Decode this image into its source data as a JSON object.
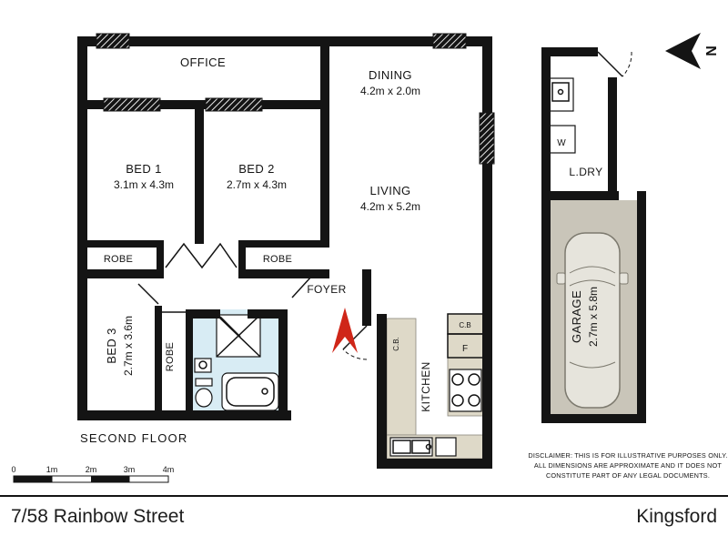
{
  "footer": {
    "address": "7/58 Rainbow Street",
    "suburb": "Kingsford"
  },
  "plan": {
    "floor_label": "SECOND FLOOR",
    "north_label": "N",
    "rooms": {
      "office": {
        "name": "OFFICE"
      },
      "dining": {
        "name": "DINING",
        "dims": "4.2m x 2.0m"
      },
      "living": {
        "name": "LIVING",
        "dims": "4.2m x 5.2m"
      },
      "bed1": {
        "name": "BED 1",
        "dims": "3.1m x 4.3m"
      },
      "bed2": {
        "name": "BED 2",
        "dims": "2.7m x 4.3m"
      },
      "bed3": {
        "name": "BED 3",
        "dims": "2.7m x 3.6m"
      },
      "robe_bed1": {
        "name": "ROBE"
      },
      "robe_bed2": {
        "name": "ROBE"
      },
      "robe_bed3": {
        "name": "ROBE"
      },
      "foyer": {
        "name": "FOYER"
      },
      "kitchen": {
        "name": "KITCHEN"
      },
      "laundry": {
        "name": "L.DRY"
      },
      "garage": {
        "name": "GARAGE",
        "dims": "2.7m x 5.8m"
      }
    },
    "fixtures": {
      "washer": "W",
      "fridge": "F",
      "cupboard_left": "C.B.",
      "cupboard_right": "C.B"
    },
    "scale_bar": {
      "labels": [
        "0",
        "1m",
        "2m",
        "3m",
        "4m"
      ]
    },
    "disclaimer": [
      "DISCLAIMER: THIS IS FOR ILLUSTRATIVE PURPOSES ONLY.",
      "ALL DIMENSIONS ARE APPROXIMATE AND IT DOES NOT",
      "CONSTITUTE PART OF ANY LEGAL DOCUMENTS."
    ]
  },
  "colors": {
    "wall": "#141414",
    "bathroom_fill": "#d8ecf4",
    "bench_fill": "#ded9c8",
    "garage_fill": "#c9c5b9",
    "car_fill": "#e6e4dc",
    "entry_arrow": "#cf2618"
  }
}
